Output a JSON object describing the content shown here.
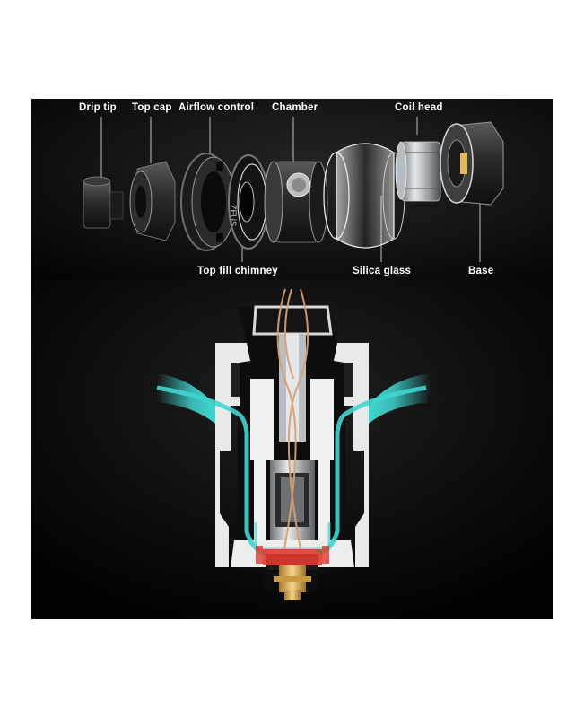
{
  "labels": {
    "drip_tip": "Drip tip",
    "top_cap": "Top cap",
    "airflow_control": "Airflow control",
    "chamber": "Chamber",
    "coil_head": "Coil head",
    "top_fill_chimney": "Top fill chimney",
    "silica_glass": "Silica glass",
    "base": "Base"
  },
  "engraving": "ZEUS",
  "colors": {
    "background": "#000000",
    "airflow": "#3fd6d0",
    "heat": "#e03a2e",
    "wick": "#d9a06e",
    "metal": "#c9ced3",
    "gold": "#e5b95a"
  }
}
